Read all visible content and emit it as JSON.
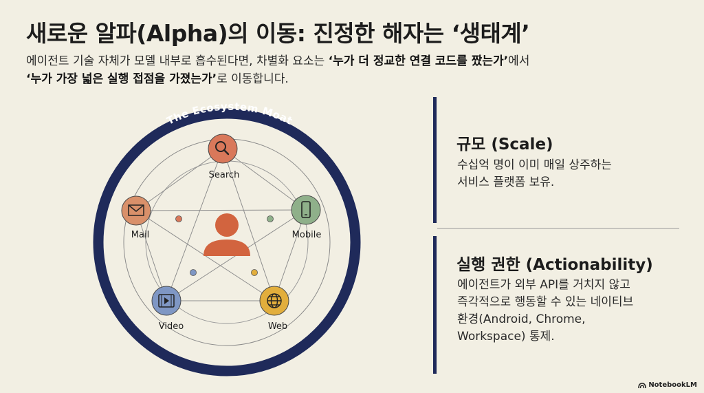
{
  "header": {
    "title": "새로운 알파(Alpha)의 이동: 진정한 해자는 ‘생태계’",
    "subtitle_line1_pre": "에이전트 기술 자체가 모델 내부로 흡수된다면, 차별화 요소는 ",
    "subtitle_line1_bold": "‘누가 더 정교한 연결 코드를 짰는가’",
    "subtitle_line1_post": "에서",
    "subtitle_line2_bold": "‘누가 가장 넓은 실행 접점을 가졌는가’",
    "subtitle_line2_post": "로 이동합니다."
  },
  "diagram": {
    "ring_label": "The Ecosystem Moat",
    "nodes": [
      {
        "label": "Search",
        "icon": "magnifier-icon",
        "color": "#d9785a"
      },
      {
        "label": "Mobile",
        "icon": "smartphone-icon",
        "color": "#8fb08a"
      },
      {
        "label": "Web",
        "icon": "globe-icon",
        "color": "#e2ae3c"
      },
      {
        "label": "Video",
        "icon": "video-icon",
        "color": "#7f97c4"
      },
      {
        "label": "Mail",
        "icon": "envelope-icon",
        "color": "#d9906a"
      }
    ],
    "center_icon": "user-icon",
    "colors": {
      "ring": "#1f2a5a",
      "center": "#d2643f"
    }
  },
  "panels": [
    {
      "heading": "규모 (Scale)",
      "body": "수십억 명이 이미 매일 상주하는\n서비스 플랫폼 보유."
    },
    {
      "heading": "실행 권한 (Actionability)",
      "body": "에이전트가 외부 API를 거치지 않고\n즉각적으로 행동할 수 있는 네이티브\n환경(Android, Chrome,\nWorkspace) 통제."
    }
  ],
  "brand": "NotebookLM"
}
